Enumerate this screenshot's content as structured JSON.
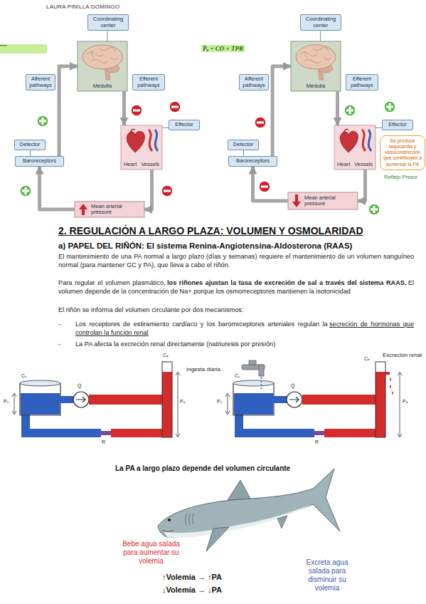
{
  "diagram": {
    "caption": "La PA a largo plazo depende del volumen circulante",
    "nodes": [
      {
        "text": [
          "Coordinating center"
        ]
      },
      {
        "text": [
          "Afferent pathways"
        ]
      },
      {
        "text": [
          "Medulla"
        ]
      },
      {
        "text": [
          "Efferent pathways"
        ]
      },
      {
        "text": [
          "Effector"
        ]
      },
      {
        "text": [
          "Heart",
          "Vessels"
        ]
      },
      {
        "text": [
          "Detector"
        ]
      },
      {
        "text": [
          "Baroreceptors"
        ]
      },
      {
        "text": [
          "Mean arterial pressure"
        ]
      },
      {
        "text": [
          "Coordinating center"
        ]
      },
      {
        "text": [
          "Afferent pathways"
        ]
      },
      {
        "text": [
          "Medulla"
        ]
      },
      {
        "text": [
          "Efferent pathways"
        ]
      },
      {
        "text": [
          "Effector"
        ]
      },
      {
        "text": [
          "Heart",
          "Vessels"
        ]
      },
      {
        "text": [
          "Detector"
        ]
      },
      {
        "text": [
          "Baroreceptors"
        ]
      },
      {
        "text": [
          "Mean arterial pressure"
        ]
      },
      {
        "text": [
          "Se produce taquicardia y vasoconstricción que contribuyen a aumentar la PA"
        ]
      }
    ],
    "edges": [
      {
        "from": 7,
        "to": 2,
        "arrow": "to"
      },
      {
        "from": 2,
        "to": 5,
        "arrow": "to"
      },
      {
        "from": 5,
        "to": 8,
        "arrow": "to"
      },
      {
        "from": 8,
        "to": 7,
        "arrow": "to"
      },
      {
        "from": 0,
        "to": 2,
        "arrow": "none"
      },
      {
        "from": 4,
        "to": 5,
        "arrow": "none"
      },
      {
        "from": 6,
        "to": 7,
        "arrow": "none"
      },
      {
        "from": 16,
        "to": 11,
        "arrow": "to"
      },
      {
        "from": 11,
        "to": 14,
        "arrow": "to"
      },
      {
        "from": 14,
        "to": 17,
        "arrow": "to"
      },
      {
        "from": 17,
        "to": 16,
        "arrow": "to"
      },
      {
        "from": 9,
        "to": 11,
        "arrow": "none"
      },
      {
        "from": 13,
        "to": 14,
        "arrow": "none"
      },
      {
        "from": 15,
        "to": 16,
        "arrow": "none"
      }
    ],
    "labels": [
      "LAURA PINILLA DOMINGO",
      "P̄ₐ = CO × TPR",
      "Reflejo Presor",
      "2. REGULACIÓN A LARGO PLAZA: VOLUMEN Y OSMOLARIDAD",
      "a) PAPEL DEL RIÑÓN: El sistema Renina-Angiotensina-Aldosterona (RAAS)",
      "El mantenimiento de una PA normal a largo plazo (días y semanas) requiere el mantenimiento de un volumen sanguíneo normal (para mantener GC y PA), que lleva a cabo el riñón.",
      "Para regular el volumen plasmático,",
      "los riñones ajustan la tasa de excreción de sal a través del sistema RAAS.",
      "El volumen depende de la concentración de Na+ porque los osmorreceptores mantienen la isotonicidad",
      "El riñón se informa del volumen circulante por dos mecanismos:",
      "-",
      "Los receptores de estiramiento cardíaco y los barorreceptores arteriales regulan la",
      "secreción de hormonas que controlan la función renal",
      "-",
      "La PA afecta la excreción renal directamente (natriuresis por presión)",
      "Ingesta diaria",
      "Excreción renal",
      "Cᵥ",
      "Pᵥ",
      "Q̇",
      "R",
      "Cₐ",
      "Pₐ",
      "Cᵥ",
      "Pᵥ",
      "Q̇",
      "R",
      "Cₐ",
      "Pₐ",
      "Bebe agua salada para aumentar su volemia",
      "Excreta agua salada para disminuir su volemia",
      "↑Volemia → ↑PA",
      "↓Volemia → ↓PA"
    ]
  }
}
